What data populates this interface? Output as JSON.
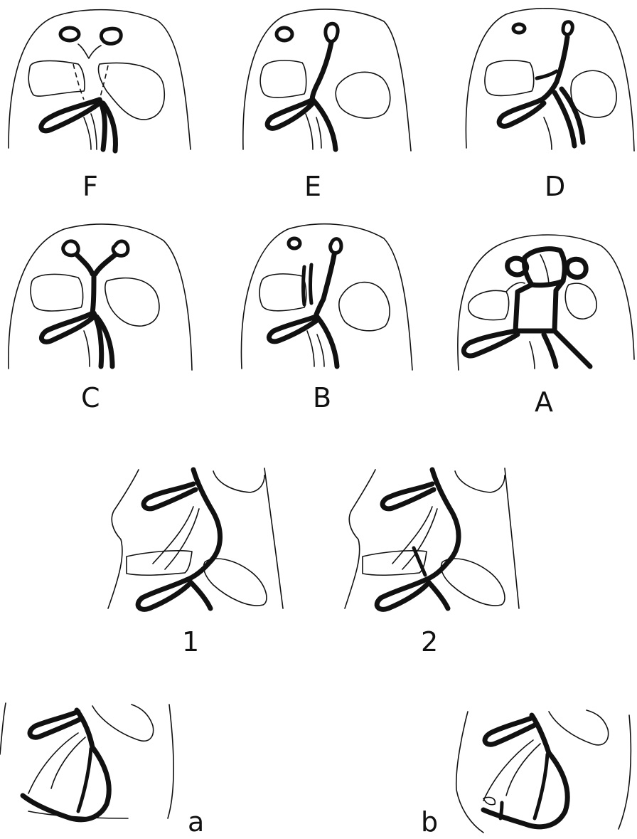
{
  "panels": [
    {
      "id": "F",
      "label": "F"
    },
    {
      "id": "E",
      "label": "E"
    },
    {
      "id": "D",
      "label": "D"
    },
    {
      "id": "C",
      "label": "C"
    },
    {
      "id": "B",
      "label": "B"
    },
    {
      "id": "A",
      "label": "A"
    },
    {
      "id": "1",
      "label": "1"
    },
    {
      "id": "2",
      "label": "2"
    },
    {
      "id": "a",
      "label": "a"
    },
    {
      "id": "b",
      "label": "b"
    }
  ],
  "labels": {
    "F": "F",
    "E": "E",
    "D": "D",
    "C": "C",
    "B": "B",
    "A": "A",
    "one": "1",
    "two": "2",
    "a": "a",
    "b": "b"
  }
}
